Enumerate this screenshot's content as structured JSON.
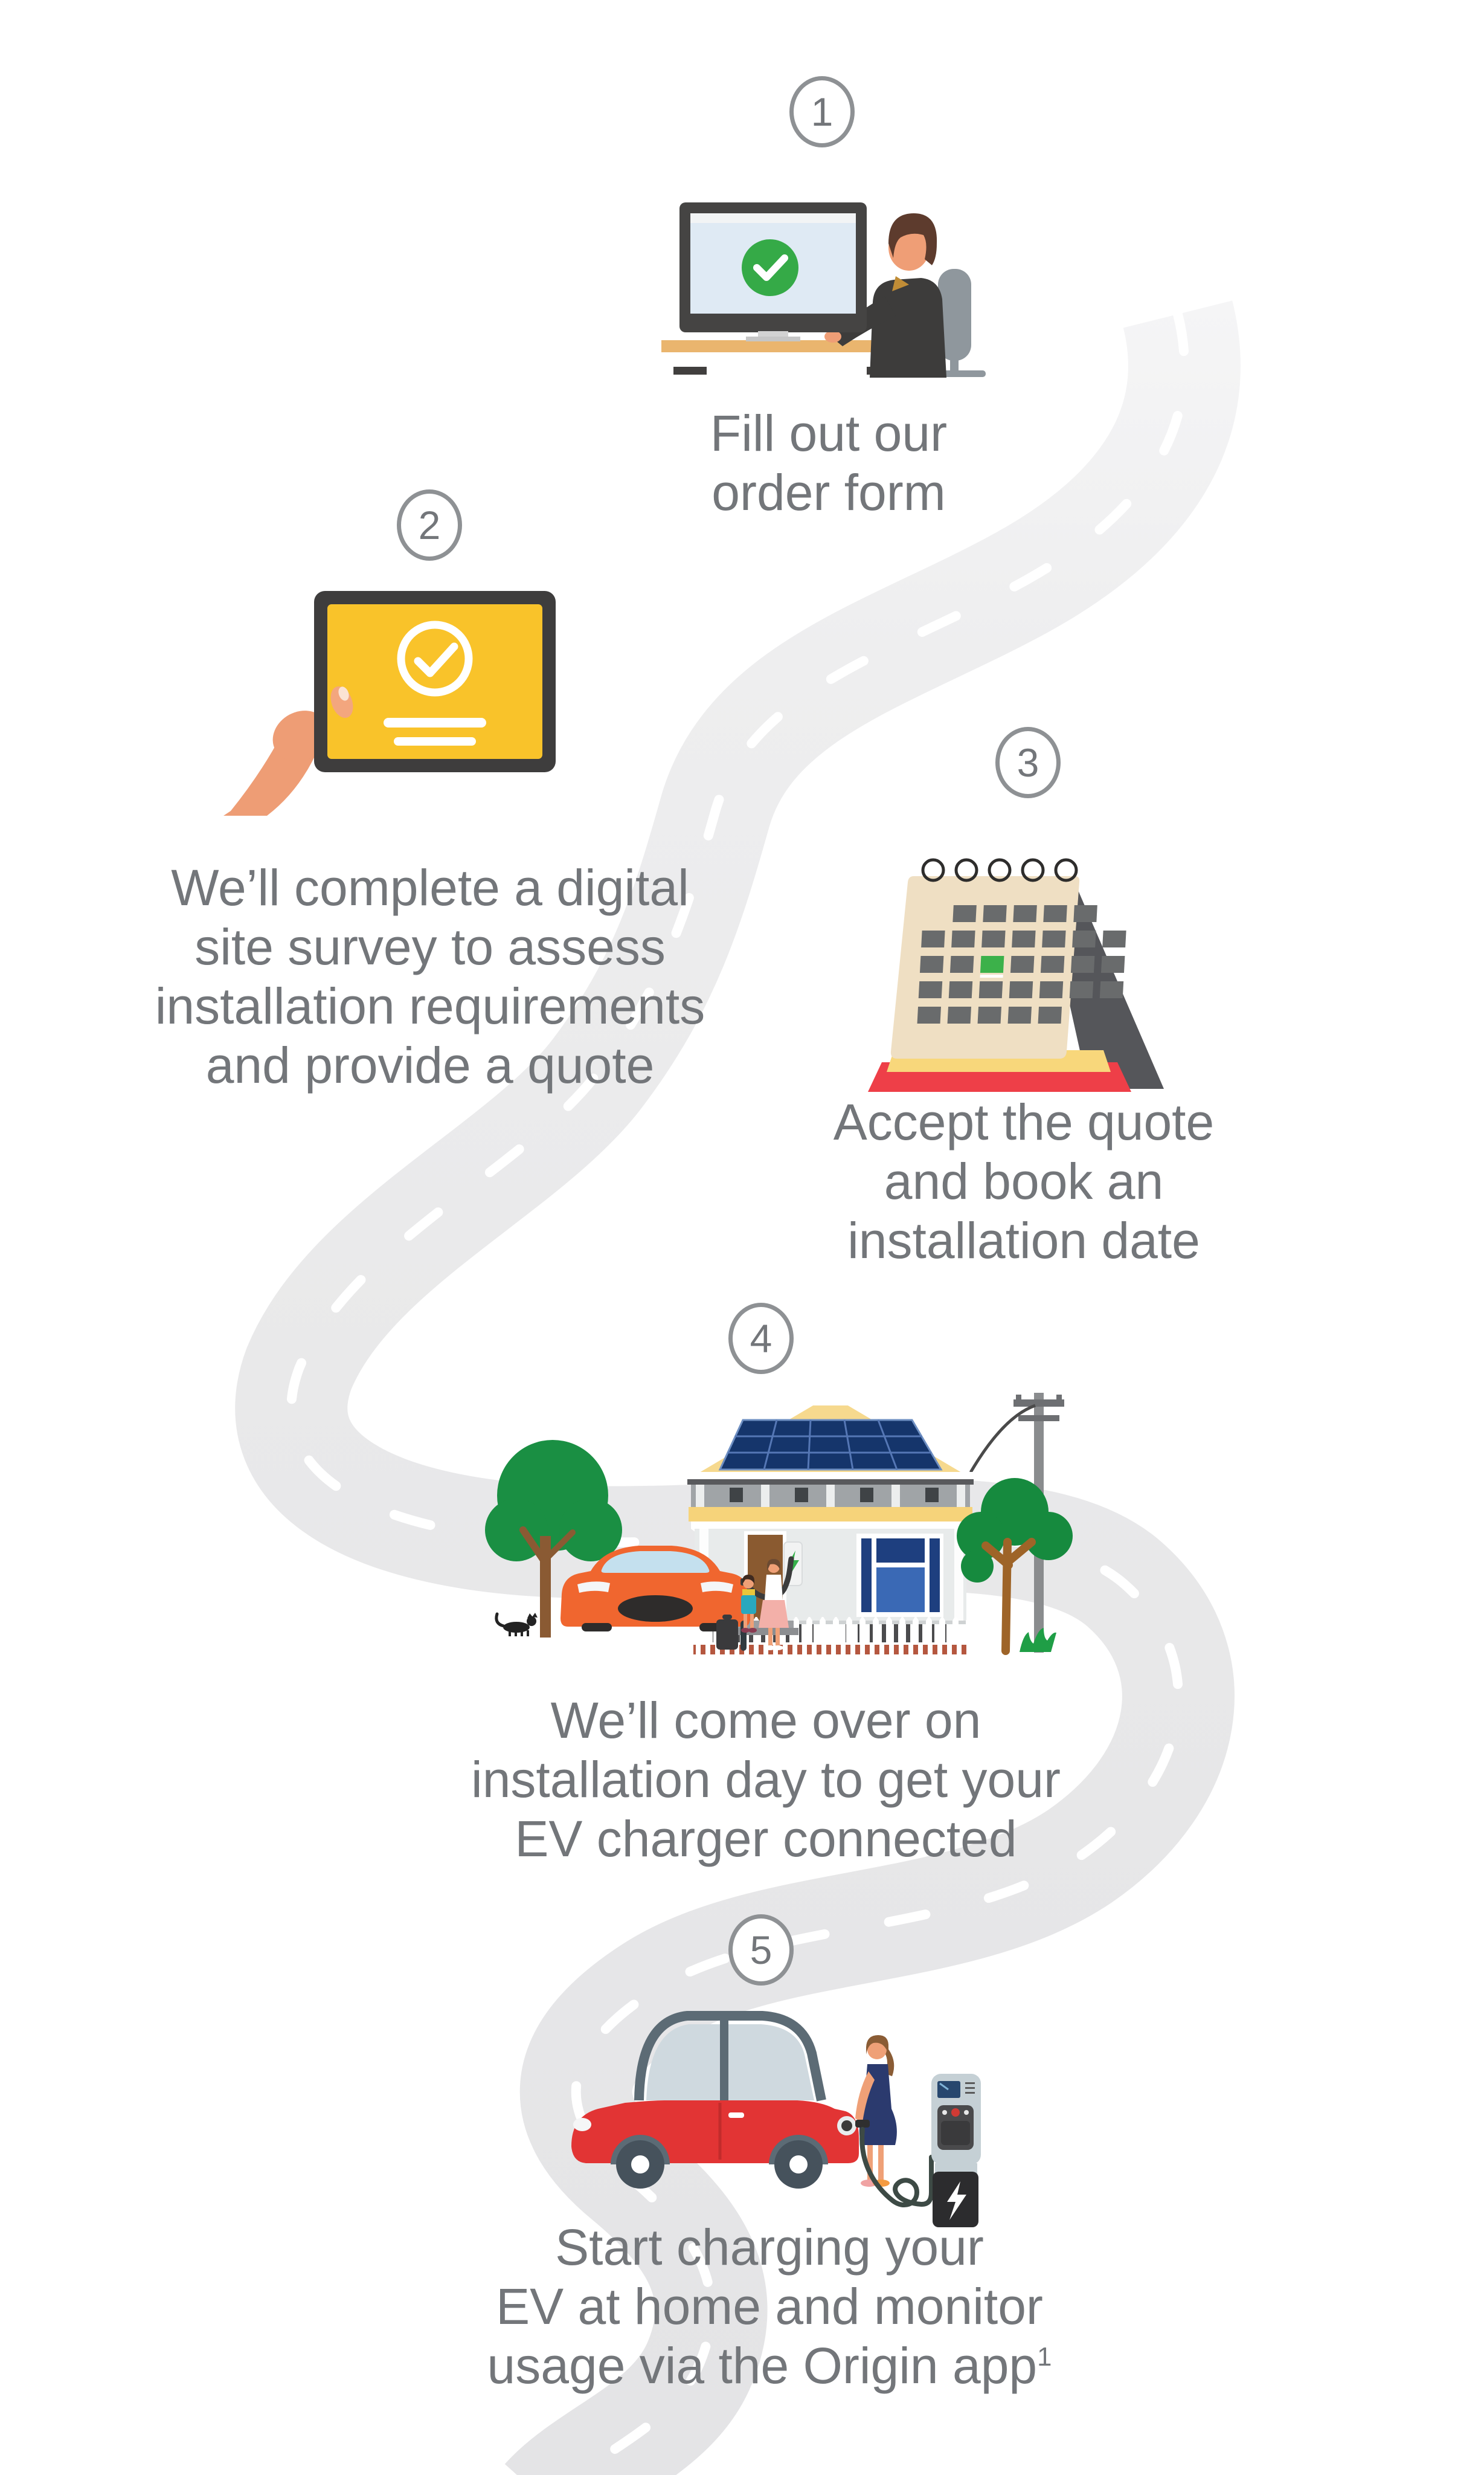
{
  "page": {
    "title": "EV charger installation journey infographic",
    "background": "#ffffff"
  },
  "style": {
    "text_color": "#73767a",
    "circle_border_color": "#8e9194",
    "road_color": "#e9e9ea",
    "road_dash_color": "#ffffff",
    "green_tick_color": "#35aa47",
    "tablet_screen_yellow": "#f9c32a",
    "calendar_base_red": "#ee3f48",
    "calendar_highlight_green": "#3cb14a",
    "house_car_orange": "#f0662f",
    "ev_car_red": "#e23434",
    "dress_navy": "#2b3a6e"
  },
  "steps": [
    {
      "number": "1",
      "lines": [
        "Fill out our",
        "order form"
      ],
      "illustration": "person-at-computer-with-green-tick"
    },
    {
      "number": "2",
      "lines": [
        "We’ll complete a digital",
        "site survey to assess",
        "installation requirements",
        "and provide a quote"
      ],
      "illustration": "hand-holding-tablet-with-tick"
    },
    {
      "number": "3",
      "lines": [
        "Accept the quote",
        "and book an",
        "installation date"
      ],
      "illustration": "desk-calendar-with-highlighted-date"
    },
    {
      "number": "4",
      "lines": [
        "We’ll come over on",
        "installation day to get your",
        "EV charger connected"
      ],
      "illustration": "house-solar-panels-ev-charger-install"
    },
    {
      "number": "5",
      "lines": [
        "Start charging your",
        "EV at home and monitor",
        "usage via the Origin app"
      ],
      "footnote_marker": "1",
      "illustration": "woman-charging-red-ev-at-home"
    }
  ]
}
